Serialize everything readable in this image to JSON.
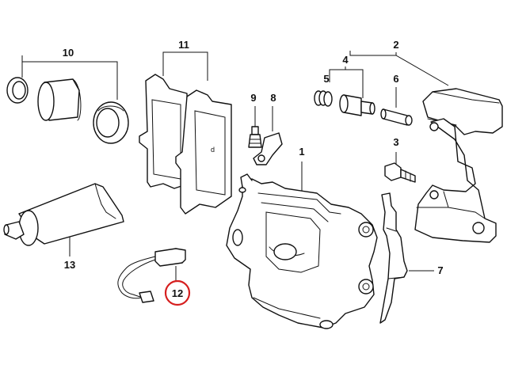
{
  "diagram": {
    "labels": {
      "l1": "1",
      "l2": "2",
      "l3": "3",
      "l4": "4",
      "l5": "5",
      "l6": "6",
      "l7": "7",
      "l8": "8",
      "l9": "9",
      "l10": "10",
      "l11": "11",
      "l12": "12",
      "l13": "13"
    },
    "highlight": {
      "part": "12",
      "color": "#d61f1f"
    }
  }
}
